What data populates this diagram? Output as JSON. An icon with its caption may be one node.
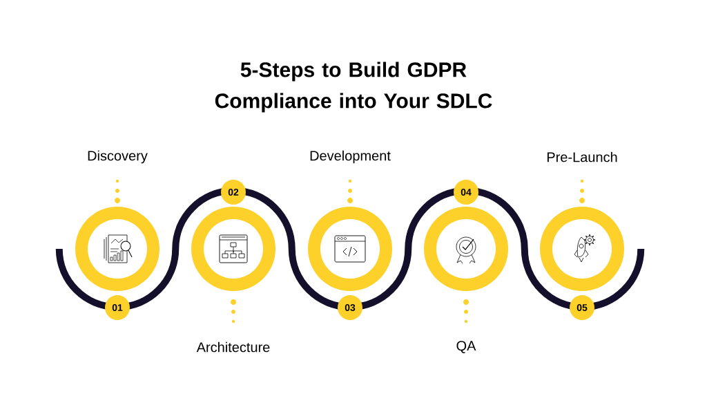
{
  "diagram": {
    "title": "5-Steps to Build GDPR Compliance into Your SDLC",
    "nodes": [
      {
        "text": [
          "Discovery"
        ]
      },
      {
        "text": [
          "Architecture"
        ]
      },
      {
        "text": [
          "Development"
        ]
      },
      {
        "text": [
          "QA"
        ]
      },
      {
        "text": [
          "Pre-Launch"
        ]
      },
      {
        "text": [
          "01"
        ]
      },
      {
        "text": [
          "02"
        ]
      },
      {
        "text": [
          "03"
        ]
      },
      {
        "text": [
          "04"
        ]
      },
      {
        "text": [
          "05"
        ]
      }
    ]
  }
}
